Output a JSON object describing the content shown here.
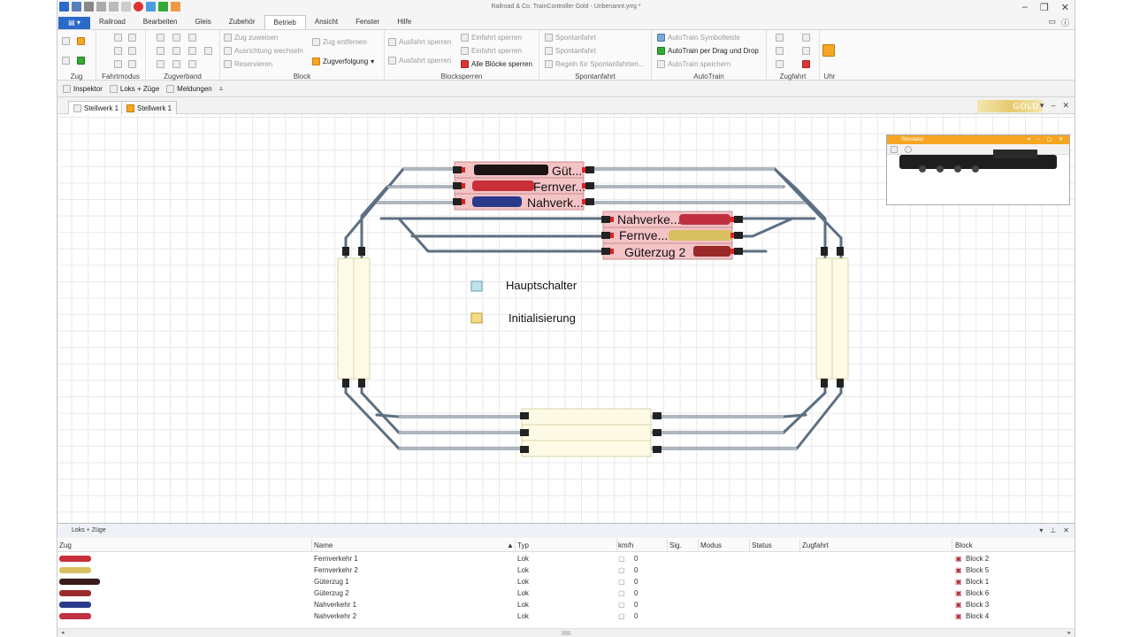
{
  "window": {
    "title": "Railroad & Co. TrainController Gold - Unbenannt.yrrg *"
  },
  "menu": {
    "tabs": [
      "Railroad",
      "Bearbeiten",
      "Gleis",
      "Zubehör",
      "Betrieb",
      "Ansicht",
      "Fenster",
      "Hilfe"
    ],
    "active": "Betrieb"
  },
  "ribbon": {
    "groups": {
      "zug": "Zug",
      "fahrtmodus": "Fahrtmodus",
      "zugverband": "Zugverband",
      "block": "Block",
      "blocksperren": "Blocksperren",
      "spontanfahrt": "Spontanfahrt",
      "autotrain": "AutoTrain",
      "zugfahrt": "Zugfahrt",
      "uhr": "Uhr"
    },
    "block": {
      "zug_zuweisen": "Zug zuweisen",
      "ausrichtung_wechseln": "Ausrichtung wechseln",
      "reservieren": "Reservieren",
      "zug_entfernen": "Zug entfernen",
      "zugverfolgung": "Zugverfolgung"
    },
    "blocksperren": {
      "ausfahrt_sperren_1": "Ausfahrt sperren",
      "ausfahrt_sperren_2": "Ausfahrt sperren",
      "einfahrt_sperren_1": "Einfahrt sperren",
      "einfahrt_sperren_2": "Einfahrt sperren",
      "alle_bloecke_sperren": "Alle Blöcke sperren"
    },
    "spontanfahrt": {
      "item1": "Spontanfahrt",
      "item2": "Spontanfahrt",
      "item3": "Regeln für Spontanfahrten..."
    },
    "autotrain": {
      "symbolleiste": "AutoTrain Symbolleiste",
      "drag_drop": "AutoTrain per Drag und Drop",
      "speichern": "AutoTrain speichern"
    }
  },
  "toolbar": {
    "inspektor": "Inspektor",
    "loks_zuege": "Loks + Züge",
    "meldungen": "Meldungen"
  },
  "doc_tabs": [
    "Stellwerk 1",
    "Stellwerk 1"
  ],
  "gold_badge": "GOLD",
  "canvas": {
    "blocks": {
      "gueterzug1": "Güt...",
      "fernverkehr1": "Fernver...",
      "nahverkehr1": "Nahverk...",
      "nahverkehr2": "Nahverke...",
      "fernverkehr2": "Fernve...",
      "gueterzug2": "Güterzug 2"
    },
    "buttons": {
      "hauptschalter": "Hauptschalter",
      "initialisierung": "Initialisierung"
    }
  },
  "simulator": {
    "title": "Simulator"
  },
  "panel": {
    "title": "Loks + Züge",
    "columns": [
      "Zug",
      "Name",
      "Typ",
      "km/h",
      "Sig.",
      "Modus",
      "Status",
      "Zugfahrt",
      "Block"
    ],
    "rows": [
      {
        "name": "Fernverkehr 1",
        "typ": "Lok",
        "speed": "0",
        "block": "Block 2",
        "color": "#c8303a"
      },
      {
        "name": "Fernverkehr 2",
        "typ": "Lok",
        "speed": "0",
        "block": "Block 5",
        "color": "#d8c060"
      },
      {
        "name": "Güterzug 1",
        "typ": "Lok",
        "speed": "0",
        "block": "Block 1",
        "color": "#3a1a1a"
      },
      {
        "name": "Güterzug 2",
        "typ": "Lok",
        "speed": "0",
        "block": "Block 6",
        "color": "#9a2a2a"
      },
      {
        "name": "Nahverkehr 1",
        "typ": "Lok",
        "speed": "0",
        "block": "Block 3",
        "color": "#2a3a8a"
      },
      {
        "name": "Nahverkehr 2",
        "typ": "Lok",
        "speed": "0",
        "block": "Block 4",
        "color": "#c03040"
      }
    ]
  }
}
